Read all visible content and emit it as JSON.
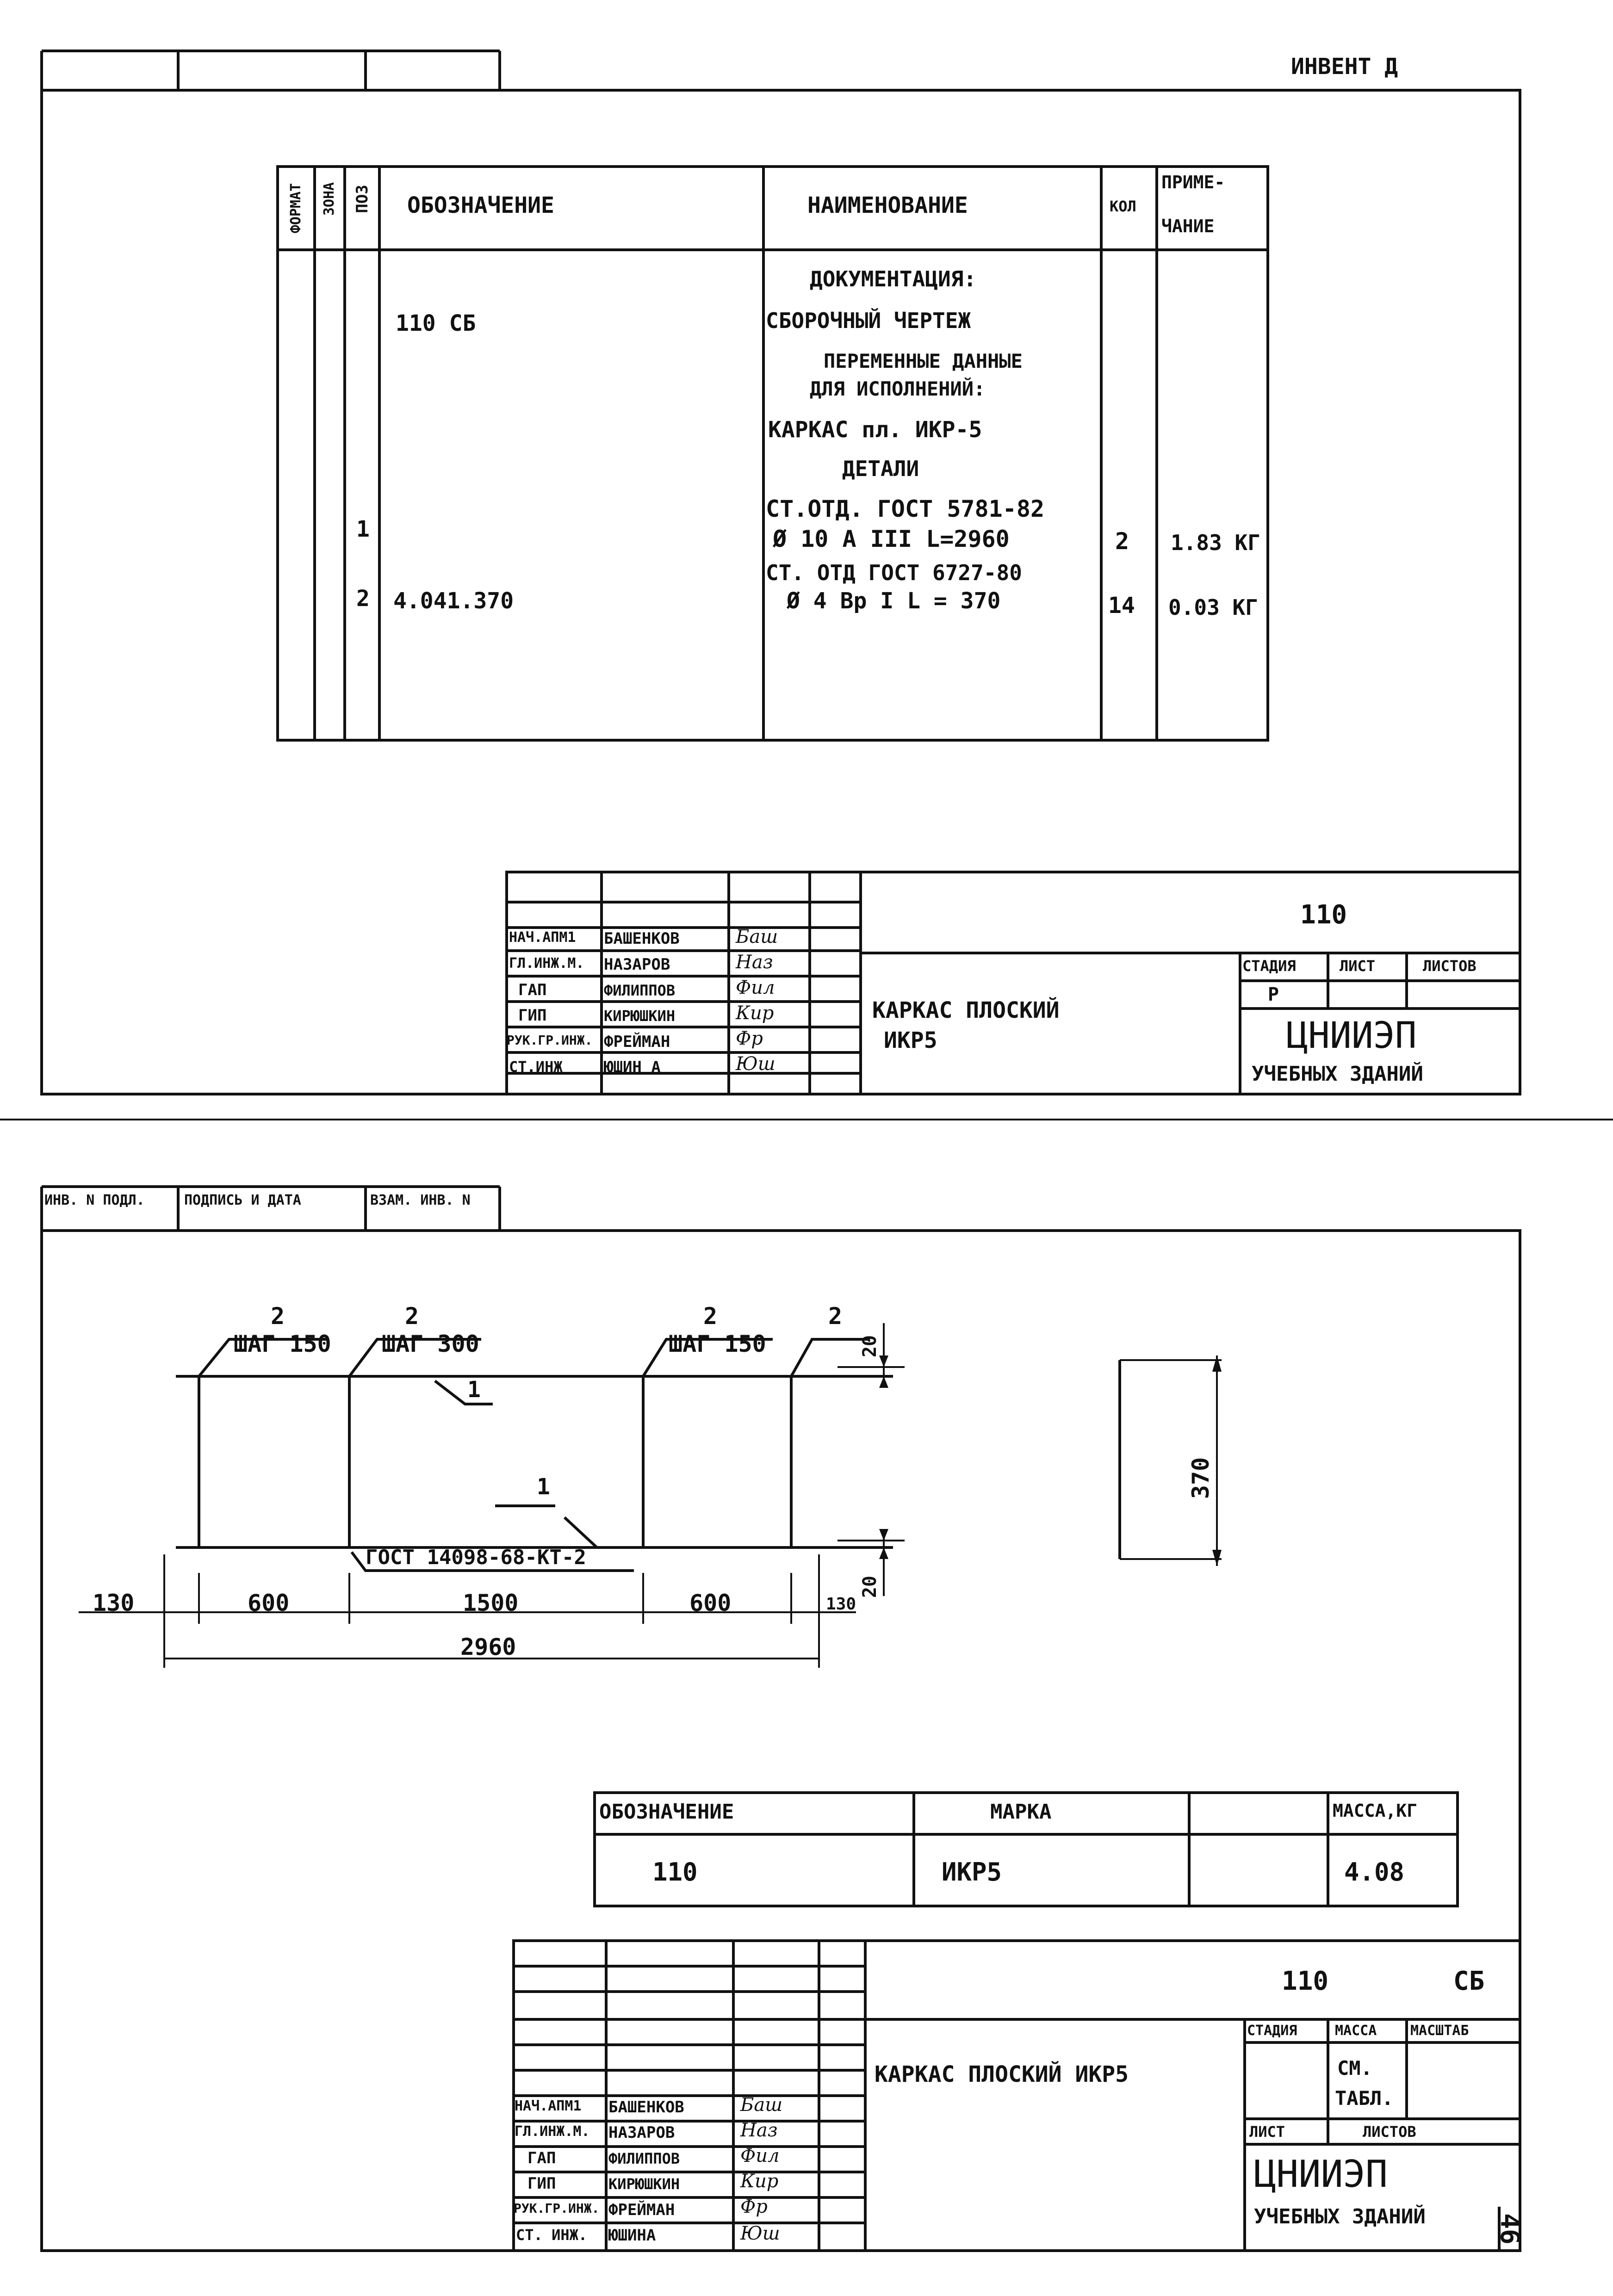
{
  "top_sheet": {
    "page_header": "ИНВЕНТ Д",
    "spec_table": {
      "headers": {
        "format": "ФОРМАТ",
        "zone": "ЗОНА",
        "pos": "ПОЗ",
        "designation": "ОБОЗНАЧЕНИЕ",
        "name": "НАИМЕНОВАНИЕ",
        "qty": "КОЛ",
        "note_1": "ПРИМЕ-",
        "note_2": "ЧАНИЕ"
      },
      "rows": [
        {
          "pos": "",
          "designation": "",
          "name": "ДОКУМЕНТАЦИЯ:",
          "qty": "",
          "note": ""
        },
        {
          "pos": "",
          "designation": "110 СБ",
          "name": "СБОРОЧНЫЙ  ЧЕРТЕЖ",
          "qty": "",
          "note": ""
        },
        {
          "pos": "",
          "designation": "",
          "name": "ПЕРЕМЕННЫЕ ДАННЫЕ",
          "qty": "",
          "note": ""
        },
        {
          "pos": "",
          "designation": "",
          "name": "ДЛЯ ИСПОЛНЕНИЙ:",
          "qty": "",
          "note": ""
        },
        {
          "pos": "",
          "designation": "",
          "name": "КАРКАС пл. ИКР-5",
          "qty": "",
          "note": ""
        },
        {
          "pos": "",
          "designation": "",
          "name": "ДЕТАЛИ",
          "qty": "",
          "note": ""
        },
        {
          "pos": "",
          "designation": "",
          "name": "СТ.ОТД. ГОСТ 5781-82",
          "qty": "",
          "note": ""
        },
        {
          "pos": "1",
          "designation": "",
          "name": "Ø 10 А III  L=2960",
          "qty": "2",
          "note": "1.83 КГ"
        },
        {
          "pos": "",
          "designation": "",
          "name": "СТ. ОТД  ГОСТ 6727-80",
          "qty": "",
          "note": ""
        },
        {
          "pos": "2",
          "designation": "4.041.370",
          "name": "Ø 4 Вр I  L = 370",
          "qty": "14",
          "note": "0.03 КГ"
        }
      ]
    },
    "title_block": {
      "staff": [
        {
          "role": "НАЧ.АПМ1",
          "name": "БАШЕНКОВ",
          "sig": "Баш"
        },
        {
          "role": "ГЛ.ИНЖ.М.",
          "name": "НАЗАРОВ",
          "sig": "Наз"
        },
        {
          "role": "ГАП",
          "name": "ФИЛИППОВ",
          "sig": "Фил"
        },
        {
          "role": "ГИП",
          "name": "КИРЮШКИН",
          "sig": "Кир"
        },
        {
          "role": "РУК.ГР.ИНЖ.",
          "name": "ФРЕЙМАН",
          "sig": "Фр"
        },
        {
          "role": "СТ.ИНЖ",
          "name": "ЮШИН А",
          "sig": "Юш"
        }
      ],
      "designation": "110",
      "title_1": "КАРКАС  ПЛОСКИЙ",
      "title_2": "ИКР5",
      "stage_label": "СТАДИЯ",
      "sheet_label": "ЛИСТ",
      "sheets_label": "ЛИСТОВ",
      "stage": "Р",
      "org_1": "ЦНИИЭП",
      "org_2": "УЧЕБНЫХ ЗДАНИЙ"
    }
  },
  "bottom_sheet": {
    "side_labels": {
      "inv": "ИНВ. N ПОДЛ.",
      "sign": "ПОДПИСЬ И ДАТА",
      "vzam": "ВЗАМ. ИНВ. N"
    },
    "drawing": {
      "callouts": [
        {
          "pos": "2",
          "text": "ШАГ 150"
        },
        {
          "pos": "2",
          "text": "ШАГ 300"
        },
        {
          "pos": "2",
          "text": "ШАГ 150"
        },
        {
          "pos": "2",
          "text": ""
        }
      ],
      "rod_label_top": "1",
      "rod_label_bottom": "1",
      "gost_note": "ГОСТ 14098-68-КТ-2",
      "dims": {
        "d130_left": "130",
        "d600_left": "600",
        "d1500": "1500",
        "d600_right": "600",
        "d130_right": "130",
        "total": "2960",
        "offset_top": "20",
        "offset_bottom": "20",
        "height": "370"
      }
    },
    "mark_table": {
      "headers": {
        "designation": "ОБОЗНАЧЕНИЕ",
        "mark": "МАРКА",
        "blank": "",
        "mass": "МАССА,КГ"
      },
      "row": {
        "designation": "110",
        "mark": "ИКР5",
        "blank": "",
        "mass": "4.08"
      }
    },
    "title_block": {
      "staff": [
        {
          "role": "НАЧ.АПМ1",
          "name": "БАШЕНКОВ",
          "sig": "Баш"
        },
        {
          "role": "ГЛ.ИНЖ.М.",
          "name": "НАЗАРОВ",
          "sig": "Наз"
        },
        {
          "role": "ГАП",
          "name": "ФИЛИППОВ",
          "sig": "Фил"
        },
        {
          "role": "ГИП",
          "name": "КИРЮШКИН",
          "sig": "Кир"
        },
        {
          "role": "РУК.ГР.ИНЖ.",
          "name": "ФРЕЙМАН",
          "sig": "Фр"
        },
        {
          "role": "СТ. ИНЖ.",
          "name": "ЮШИНА",
          "sig": "Юш"
        }
      ],
      "designation": "110        СБ",
      "title": "КАРКАС  ПЛОСКИЙ ИКР5",
      "stage_label": "СТАДИЯ",
      "mass_label": "МАССА",
      "scale_label": "МАСШТАБ",
      "mass_value_1": "СМ.",
      "mass_value_2": "ТАБЛ.",
      "sheet_label": "ЛИСТ",
      "sheets_label": "ЛИСТОВ",
      "org_1": "ЦНИИЭП",
      "org_2": "УЧЕБНЫХ ЗДАНИЙ"
    },
    "page_number": "46"
  }
}
